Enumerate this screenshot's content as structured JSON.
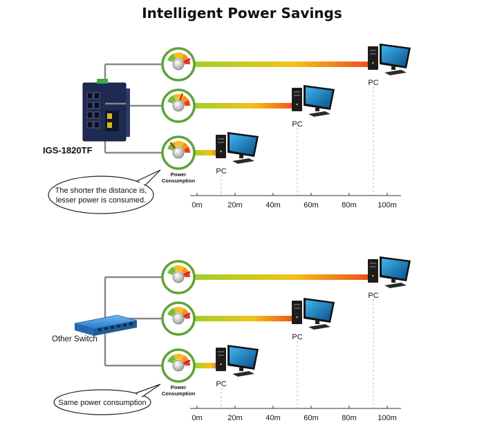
{
  "title": "Intelligent Power Savings",
  "colors": {
    "gauge_ring": "#5ea336",
    "beam_start": "#9fd12a",
    "beam_end": "#f0461a",
    "wire": "#888888",
    "guide": "#bbbbbb"
  },
  "top_panel": {
    "device_label": "IGS-1820TF",
    "device_icon": "industrial-switch-icon",
    "bubble_text": [
      "The shorter the distance is,",
      "lesser power is consumed."
    ],
    "gauge_caption": [
      "Power",
      "Consumption"
    ],
    "links": [
      {
        "distance_m": 100,
        "pc_label": "PC",
        "power_level": 0.85
      },
      {
        "distance_m": 60,
        "pc_label": "PC",
        "power_level": 0.55
      },
      {
        "distance_m": 20,
        "pc_label": "PC",
        "power_level": 0.2
      }
    ],
    "axis_ticks": [
      "0m",
      "20m",
      "40m",
      "60m",
      "80m",
      "100m"
    ]
  },
  "bottom_panel": {
    "device_label": "Other Switch",
    "device_icon": "desktop-switch-icon",
    "bubble_text": [
      "Same power consumption"
    ],
    "gauge_caption": [
      "Power",
      "Consumption"
    ],
    "links": [
      {
        "distance_m": 100,
        "pc_label": "PC",
        "power_level": 0.85
      },
      {
        "distance_m": 60,
        "pc_label": "PC",
        "power_level": 0.85
      },
      {
        "distance_m": 20,
        "pc_label": "PC",
        "power_level": 0.85
      }
    ],
    "axis_ticks": [
      "0m",
      "20m",
      "40m",
      "60m",
      "80m",
      "100m"
    ]
  }
}
